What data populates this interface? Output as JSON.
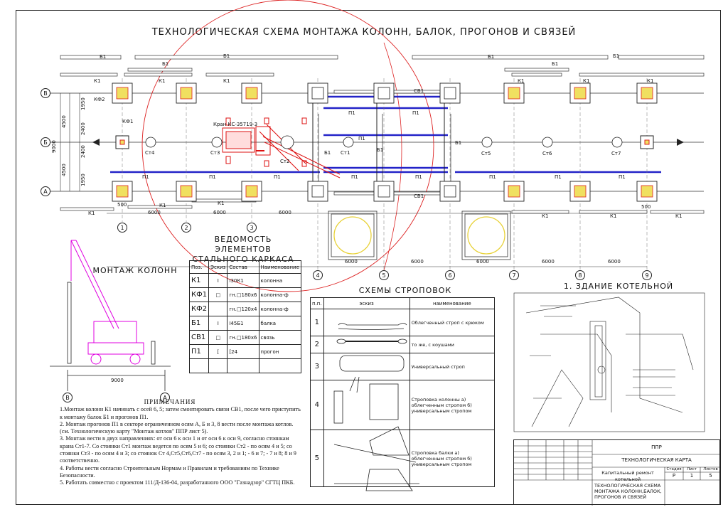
{
  "title": "ТЕХНОЛОГИЧЕСКАЯ СХЕМА МОНТАЖА КОЛОНН, БАЛОК, ПРОГОНОВ И СВЯЗЕЙ",
  "plan": {
    "axes_letters": [
      "В",
      "Б",
      "А"
    ],
    "axes_numbers": [
      "1",
      "2",
      "3",
      "4",
      "5",
      "6",
      "7",
      "8",
      "9"
    ],
    "spans": [
      "6000",
      "6000",
      "6000",
      "6000",
      "6000",
      "6000",
      "6000",
      "6000"
    ],
    "dims_left": [
      "9000",
      "4500",
      "4500",
      "1950",
      "2400",
      "2400",
      "1950"
    ],
    "dim_500": "500",
    "crane_label": "Кран КС-35719-3",
    "stands": [
      "Ст1",
      "Ст2",
      "Ст3",
      "Ст4",
      "Ст5",
      "Ст6",
      "Ст7"
    ],
    "labels": {
      "b1": "Б1",
      "k1": "К1",
      "p1": "П1",
      "sv1": "СВ1",
      "kf1": "КФ1",
      "kf2": "КФ2"
    }
  },
  "column_mount": {
    "title": "МОНТАЖ КОЛОНН",
    "dim": "9000",
    "axis_left": "В",
    "axis_right": "А"
  },
  "boiler": {
    "title": "1. ЗДАНИЕ КОТЕЛЬНОЙ"
  },
  "vedomost": {
    "title_line1": "ВЕДОМОСТЬ ЭЛЕМЕНТОВ",
    "title_line2": "СТАЛЬНОГО КАРКАСА",
    "headers": [
      "Поз.",
      "Эскиз",
      "Состав",
      "Наименование"
    ],
    "rows": [
      [
        "К1",
        "I",
        "I30К1",
        "колонна"
      ],
      [
        "КФ1",
        "□",
        "гн.□180х6",
        "колонна-ф"
      ],
      [
        "КФ2",
        "",
        "гн.□120х4",
        "колонна-ф"
      ],
      [
        "Б1",
        "I",
        "I45Б1",
        "балка"
      ],
      [
        "СВ1",
        "□",
        "гн.□180х6",
        "связь"
      ],
      [
        "П1",
        "[",
        "[24",
        "прогон"
      ],
      [
        "",
        "",
        "",
        ""
      ]
    ]
  },
  "strop": {
    "title": "СХЕМЫ СТРОПОВОК",
    "headers": [
      "п.п.",
      "эскиз",
      "наименование"
    ],
    "rows": [
      {
        "n": "1",
        "name": "Облегченный строп с крюком"
      },
      {
        "n": "2",
        "name": "то же, с коушами"
      },
      {
        "n": "3",
        "name": "Универсальный строп"
      },
      {
        "n": "4",
        "name": "Строповка колонны а) облегченным стропом б) универсальным стропом"
      },
      {
        "n": "5",
        "name": "Строповка балки а) облегченным стропом б) универсальным стропом"
      }
    ]
  },
  "notes": {
    "title": "ПРИМЕЧАНИЯ",
    "items": [
      "1.Монтаж колонн К1 начинать с осей 6, 5; затем смонтировать связи СВ1, после чего приступить к монтажу балок Б1 и прогонов П1.",
      "2. Монтаж прогонов П1 в секторе ограниченном осям А, Б и 3, 8 вести после монтажа котлов. (см. Технологическую карту \"Монтаж котлов\" ППР лист 5).",
      "3. Монтаж вести в двух направлениях: от оси 6 к оси 1 и от оси 6 к оси 9, согласно стоянкам крана Ст1-7. Со стоянки Ст1 монтаж ведется по осям 5 и 6; со стоянки Ст2 - по осям 4 и 5; со стоянки Ст3 - по осям 4 и 3; со стоянок Ст 4,Ст5,Ст6,Ст7 - по осям 3, 2 и 1; - 6 и 7; - 7 и 8; 8 и 9 соответственно.",
      "4. Работы вести согласно Строительным Нормам и Правилам и требованиям по Технике Безопасности.",
      "5. Работать совместно с проектом 111/Д-136-04, разработанного ООО \"Газнадзор\" СГТЦ ПКБ."
    ]
  },
  "stamp": {
    "code": "ППР",
    "doc": "ТЕХНОЛОГИЧЕСКАЯ КАРТА",
    "object": "Капитальный ремонт котельной",
    "stage_h": "Стадия",
    "sheet_h": "Лист",
    "sheets_h": "Листов",
    "stage": "Р",
    "sheet": "1",
    "sheets": "5",
    "name": "ТЕХНОЛОГИЧЕСКАЯ СХЕМА МОНТАЖА КОЛОНН,БАЛОК, ПРОГОНОВ И СВЯЗЕЙ"
  },
  "colors": {
    "crane": "#d11",
    "purlin": "#2323c8",
    "column_fill": "#f0e060",
    "boom": "#e000e0",
    "line": "#222"
  }
}
